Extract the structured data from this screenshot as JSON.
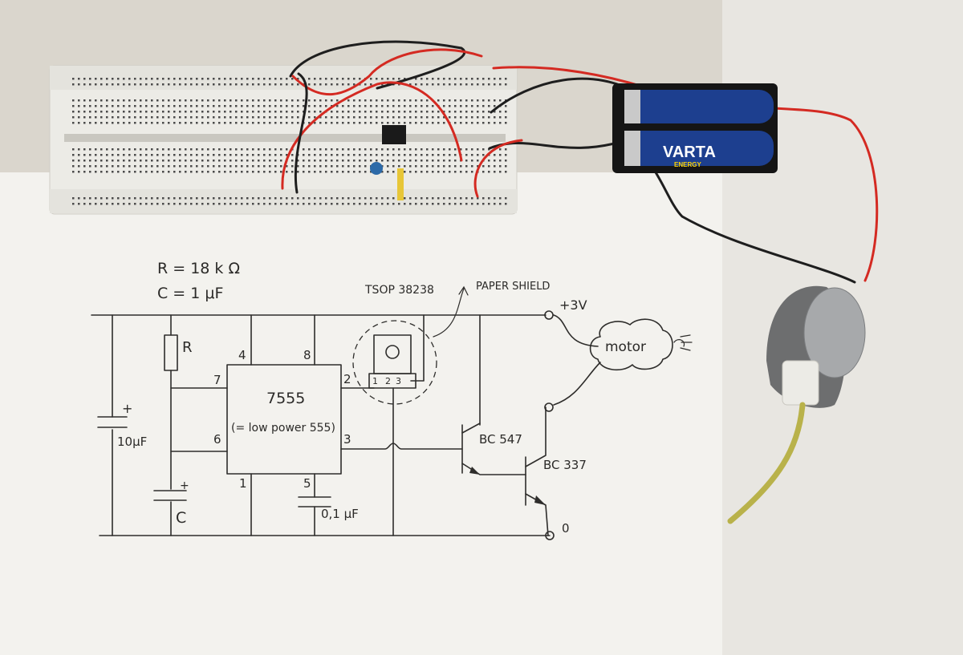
{
  "schematic": {
    "values": {
      "r": "R = 18 k Ω",
      "c": "C = 1 μF"
    },
    "labels": {
      "resistor": "R",
      "capacitor_large": "10μF",
      "capacitor_c": "C",
      "capacitor_small": "0,1 μF",
      "ic_name": "7555",
      "ic_note": "(= low power 555)",
      "pin4": "4",
      "pin8": "8",
      "pin7": "7",
      "pin6": "6",
      "pin2": "2",
      "pin3": "3",
      "pin1": "1",
      "pin5": "5",
      "sensor": "TSOP 38238",
      "sensor_pins": [
        "1",
        "2",
        "3"
      ],
      "shield": "PAPER SHIELD",
      "supply_pos": "+3V",
      "supply_gnd": "0",
      "motor": "motor",
      "transistor1": "BC 547",
      "transistor2": "BC 337",
      "plus1": "+",
      "plus2": "+"
    }
  },
  "battery": {
    "brand": "VARTA",
    "sub": "ENERGY"
  },
  "colors": {
    "paper": "#f2f1ec",
    "ink": "#2e2d2b",
    "wire_red": "#d42a22",
    "wire_black": "#1e1e1e",
    "breadboard": "#ecebe6",
    "battery_blue": "#1d3f8f"
  }
}
